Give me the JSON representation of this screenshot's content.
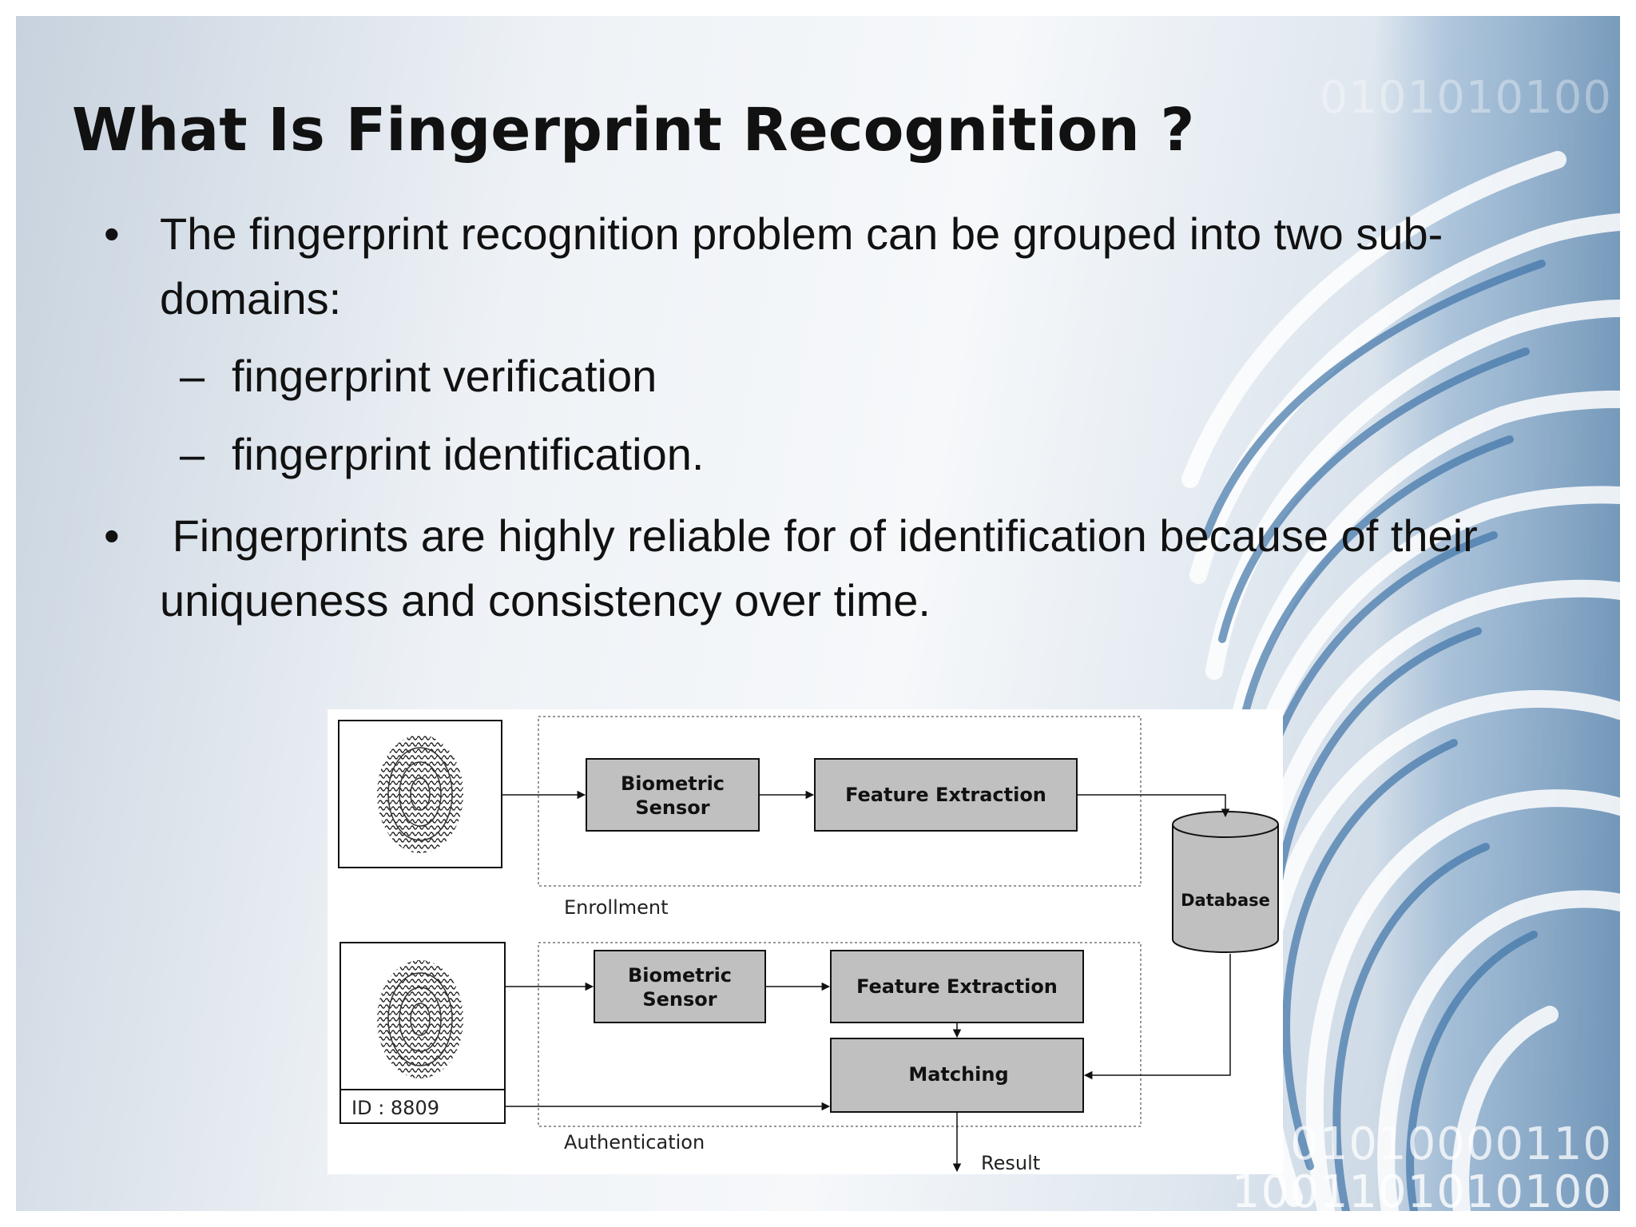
{
  "slide": {
    "title": "What Is Fingerprint Recognition ?",
    "bullet_mark": "•",
    "dash_mark": "–",
    "bullets": [
      "The fingerprint recognition problem can be grouped into two sub-domains:",
      "fingerprint verification",
      "fingerprint identification.",
      " Fingerprints are highly reliable for of identification because of their uniqueness and consistency over time."
    ],
    "background_binary": [
      "0101010100",
      "010101010000110",
      "1001101010100"
    ]
  },
  "diagram": {
    "enroll_sensor_label": [
      "Biometric",
      "Sensor"
    ],
    "enroll_feature_label": "Feature Extraction",
    "database_label": "Database",
    "enrollment_label": "Enrollment",
    "auth_sensor_label": [
      "Biometric",
      "Sensor"
    ],
    "auth_feature_label": "Feature Extraction",
    "matching_label": "Matching",
    "id_label": "ID : 8809",
    "authentication_label": "Authentication",
    "result_label": "Result"
  },
  "colors": {
    "box_fill": "#c0c0c0",
    "fingerprint_blue": "#3f74a8",
    "text": "#111111"
  }
}
